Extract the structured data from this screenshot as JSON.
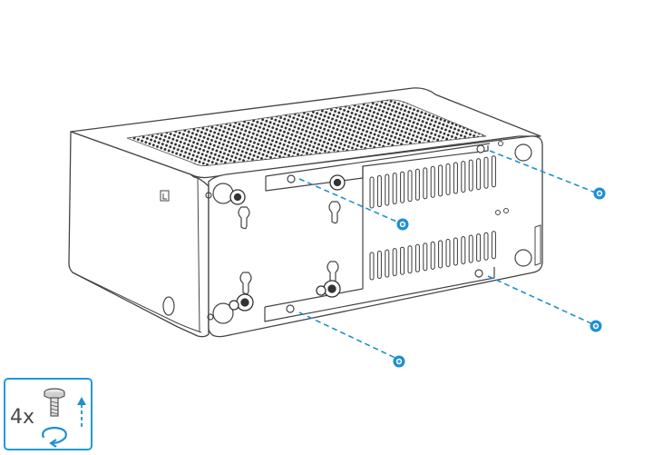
{
  "legend": {
    "quantity_label": "4x",
    "screw_icon": "screw-icon",
    "arrow_icon": "arrow-up-icon",
    "rotation_icon": "rotate-ccw-icon"
  },
  "colors": {
    "outline": "#444444",
    "accent": "#1f8fd0",
    "legend_border": "#1f9bd7",
    "vent": "#3a3a3a"
  },
  "callouts": [
    {
      "name": "screw-top-right",
      "icon": "screw-icon"
    },
    {
      "name": "screw-top-center",
      "icon": "screw-icon"
    },
    {
      "name": "screw-bottom-right",
      "icon": "screw-icon"
    },
    {
      "name": "screw-bottom-center",
      "icon": "screw-icon"
    }
  ]
}
